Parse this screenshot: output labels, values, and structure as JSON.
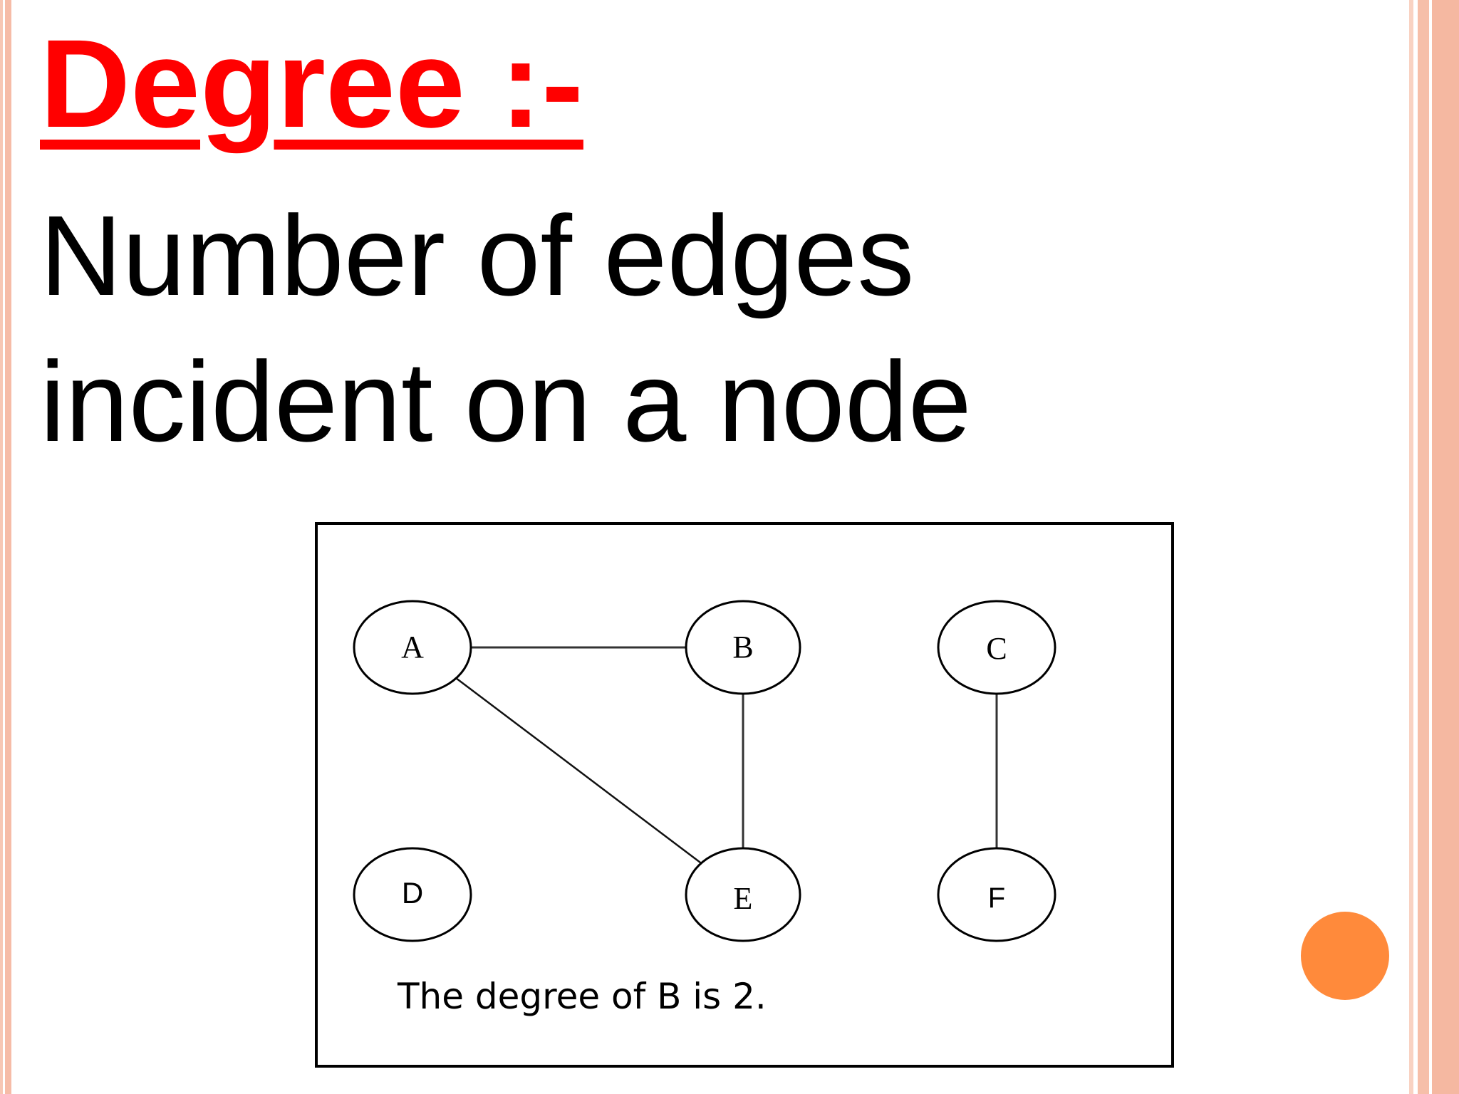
{
  "slide": {
    "title": "Degree :-",
    "definition_line1": "Number of edges",
    "definition_line2": "incident on a node"
  },
  "graph": {
    "nodes": [
      {
        "id": "A",
        "label": "A"
      },
      {
        "id": "B",
        "label": "B"
      },
      {
        "id": "C",
        "label": "C"
      },
      {
        "id": "D",
        "label": "D"
      },
      {
        "id": "E",
        "label": "E"
      },
      {
        "id": "F",
        "label": "F"
      }
    ],
    "edges": [
      {
        "from": "A",
        "to": "B"
      },
      {
        "from": "A",
        "to": "E"
      },
      {
        "from": "B",
        "to": "E"
      },
      {
        "from": "C",
        "to": "F"
      }
    ],
    "caption": "The degree of B is 2."
  },
  "colors": {
    "title": "#ff0000",
    "accent_dot": "#ff8a3b",
    "border": "#f6bca7"
  }
}
